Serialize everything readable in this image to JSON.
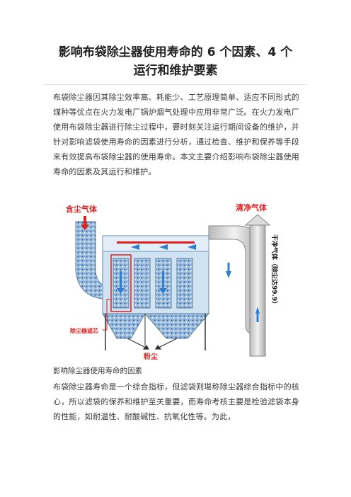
{
  "article": {
    "title_line1": "影响布袋除尘器使用寿命的 6 个因素、4 个",
    "title_line2": "运行和维护要素",
    "para1": "布袋除尘器因其除尘效率高、耗能少、工艺原理简单、适应不同形式的煤种等优点在火力发电厂锅炉烟气处理中应用非常广泛。在火力发电厂使用布袋除尘器进行除尘过程中，要时刻关注运行期间设备的维护，并针对影响滤袋使用寿命的因素进行分析，通过检查、维护和保养等手段来有效提高布袋除尘器的使用寿命。本文主要介绍影响布袋除尘器使用寿命的因素及其运行和维护。",
    "section_heading": "影响除尘器使用寿命的因素",
    "para3": "布袋除尘器寿命是一个综合指标，但滤袋则堪称除尘器综合指标中的核心，所以滤袋的保养和维护至关重要，而寿命考核主要是检验滤袋本身的性能，如耐温性、耐酸碱性、抗氧化性等。为此，"
  },
  "figure": {
    "label_inlet": "含尘气体",
    "label_outlet": "清净气体",
    "label_clean": "干净气体（除尘达99.9）",
    "label_filter": "除尘器滤芯",
    "label_dust": "粉尘"
  },
  "colors": {
    "label_red": "#e02020",
    "housing_blue": "#cfe3f3",
    "arrow_blue": "#2f7fd0",
    "dust_blue": "#3d6fb0"
  }
}
